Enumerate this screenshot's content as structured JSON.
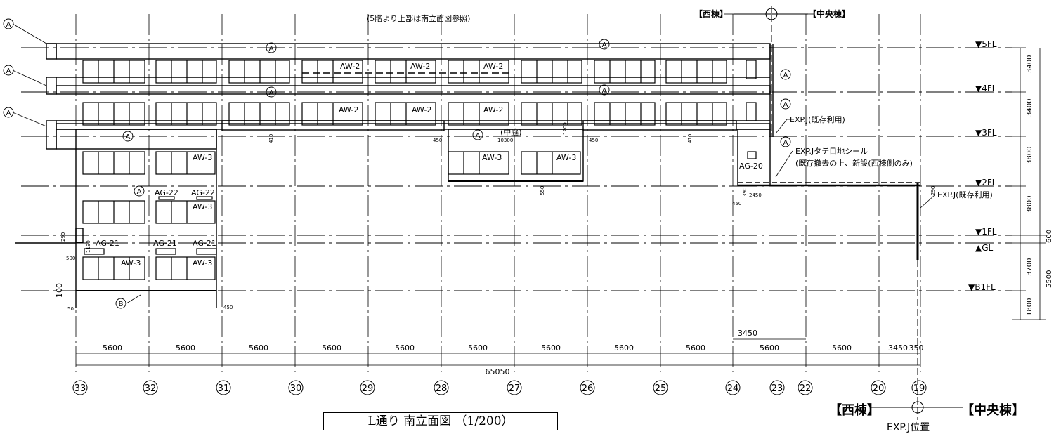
{
  "notes": {
    "upper_ref": "(5階より上部は南立面図参照)",
    "naka_niwa": "(中庭)",
    "exp_j_1": "EXP.J(既存利用)",
    "exp_j_seal": "EXP.Jタテ目地シール",
    "exp_j_seal_note": "(既存撤去の上、新設(西棟側のみ)",
    "exp_j_2": "EXP.J(既存利用)",
    "exp_pos": "EXP.J位置"
  },
  "building_labels": {
    "west": "【西棟】",
    "center": "【中央棟】",
    "west_big": "【西棟】",
    "center_big": "【中央棟】"
  },
  "title": "L通り 南立面図 （1/200）",
  "levels": [
    {
      "label": "▼5FL"
    },
    {
      "label": "▼4FL"
    },
    {
      "label": "▼3FL"
    },
    {
      "label": "▼2FL"
    },
    {
      "label": "▼1FL"
    },
    {
      "label": "▲GL"
    },
    {
      "label": "▼B1FL"
    }
  ],
  "level_dims": [
    "3400",
    "3400",
    "3800",
    "3800",
    "600",
    "3700",
    "1800",
    "5500"
  ],
  "grid_axes": [
    "33",
    "32",
    "31",
    "30",
    "29",
    "28",
    "27",
    "26",
    "25",
    "24",
    "23",
    "22",
    "20",
    "19"
  ],
  "spans": [
    "5600",
    "5600",
    "5600",
    "5600",
    "5600",
    "5600",
    "5600",
    "5600",
    "5600",
    "5600",
    "5600",
    "3450",
    "350"
  ],
  "total_span": "65050",
  "extra_dim": "3450",
  "small_dims": {
    "d410a": "410",
    "d410b": "410",
    "d450a": "450",
    "d450b": "450",
    "d450c": "450",
    "d10300": "10300",
    "d1200": "1200",
    "d550": "550",
    "d390": "390",
    "d2450": "2450",
    "d290": "290",
    "d500": "500",
    "d50": "50",
    "d100": "100",
    "d450d": "450",
    "d290b": "290",
    "d1190": "1190"
  },
  "tags": {
    "aw2": "AW-2",
    "aw3": "AW-3",
    "ag20": "AG-20",
    "ag21": "AG-21",
    "ag22": "AG-22",
    "A": "A",
    "B": "B"
  }
}
